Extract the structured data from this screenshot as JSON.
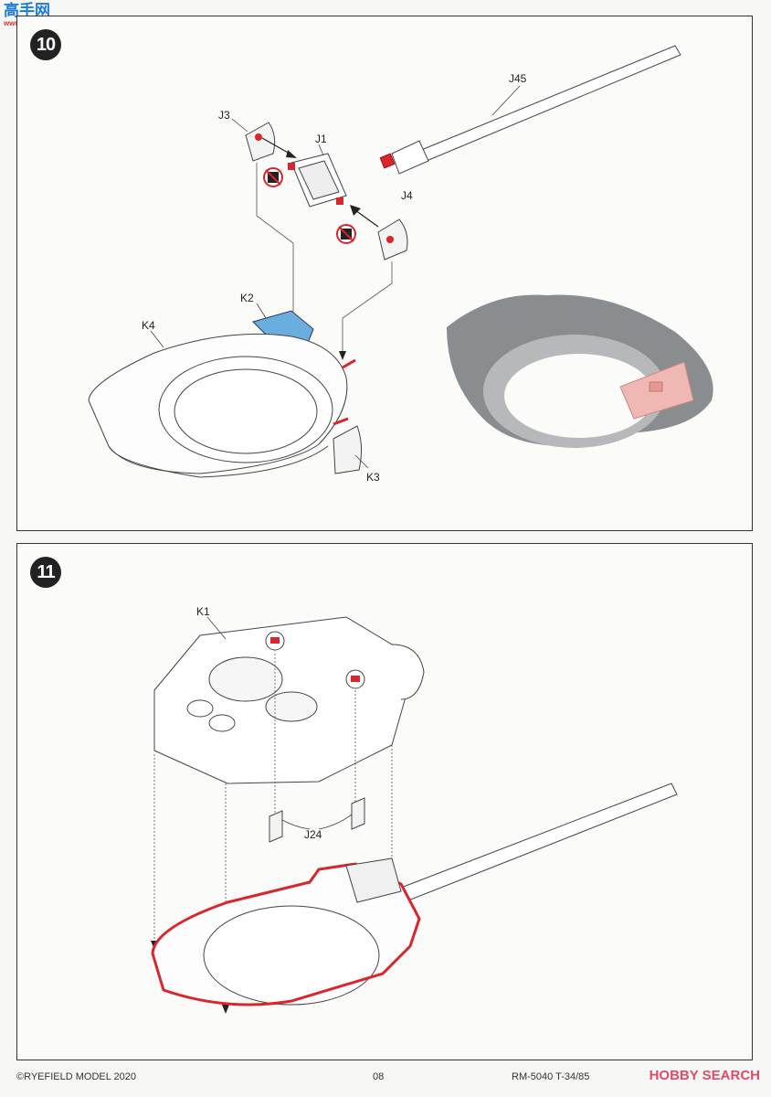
{
  "watermark_logo": {
    "title": "高手网",
    "subtitle": "www.shoutun.com"
  },
  "steps": [
    {
      "number": "10",
      "labels": {
        "j45": "J45",
        "j3": "J3",
        "j1": "J1",
        "j4": "J4",
        "k2": "K2",
        "k4": "K4",
        "k3": "K3"
      }
    },
    {
      "number": "11",
      "labels": {
        "k1": "K1",
        "j24": "J24"
      }
    }
  ],
  "colors": {
    "highlight_blue": "#6aaee0",
    "red_cement": "#d8262c",
    "render_pink": "#f0b8b2",
    "render_gray": "#8a8d90"
  },
  "icons": [
    "no-glue-icon",
    "no-glue-icon"
  ],
  "footer": {
    "copyright": "©RYEFIELD MODEL 2020",
    "page": "08",
    "product": "RM-5040 T-34/85",
    "watermark": "HOBBY SEARCH"
  }
}
